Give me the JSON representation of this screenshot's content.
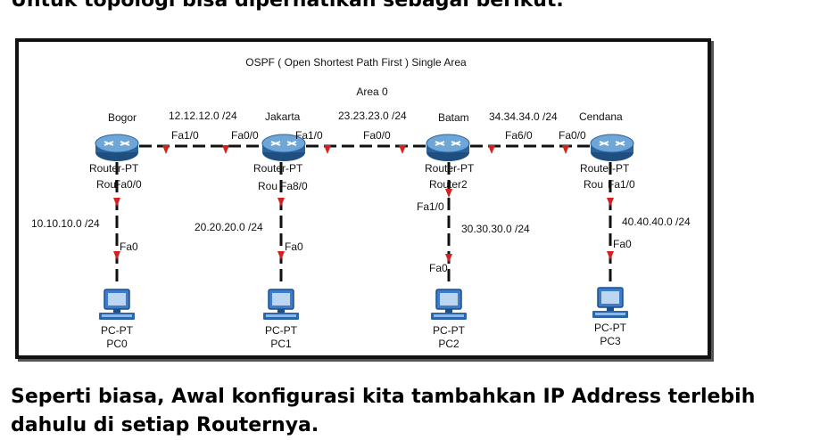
{
  "heading_top": "Untuk topologi bisa diperhatikan sebagai berikut.",
  "heading_bottom": "Seperti biasa, Awal konfigurasi kita tambahkan IP Address terlebih dahulu di setiap Routernya.",
  "diagram": {
    "title": "OSPF ( Open Shortest Path First ) Single Area",
    "area": "Area 0",
    "routers": [
      {
        "name": "Bogor",
        "type": "Router-PT",
        "label": "Rou"
      },
      {
        "name": "Jakarta",
        "type": "Router-PT",
        "label": "Rou"
      },
      {
        "name": "Batam",
        "type": "Router-PT",
        "label": "Router2"
      },
      {
        "name": "Cendana",
        "type": "Router-PT",
        "label": "Rou"
      }
    ],
    "pcs": [
      {
        "type": "PC-PT",
        "name": "PC0"
      },
      {
        "type": "PC-PT",
        "name": "PC1"
      },
      {
        "type": "PC-PT",
        "name": "PC2"
      },
      {
        "type": "PC-PT",
        "name": "PC3"
      }
    ],
    "wan_networks": [
      "12.12.12.0 /24",
      "23.23.23.0 /24",
      "34.34.34.0 /24"
    ],
    "lan_networks": [
      "10.10.10.0 /24",
      "20.20.20.0 /24",
      "30.30.30.0 /24",
      "40.40.40.0 /24"
    ],
    "ports": {
      "bogor_wan": "Fa1/0",
      "jakarta_left": "Fa0/0",
      "jakarta_right": "Fa1/0",
      "batam_left": "Fa0/0",
      "batam_right": "Fa6/0",
      "cendana_left": "Fa0/0",
      "bogor_lan": "Fa0/0",
      "jakarta_lan": "Fa8/0",
      "batam_lan": "Fa1/0",
      "cendana_lan": "Fa1/0",
      "pc0": "Fa0",
      "pc1": "Fa0",
      "pc2": "Fa0",
      "pc3": "Fa0"
    },
    "colors": {
      "link": "#111111",
      "port_marker": "#d62020",
      "router": "#3a7ab8",
      "pc": "#3d7cc9"
    }
  }
}
